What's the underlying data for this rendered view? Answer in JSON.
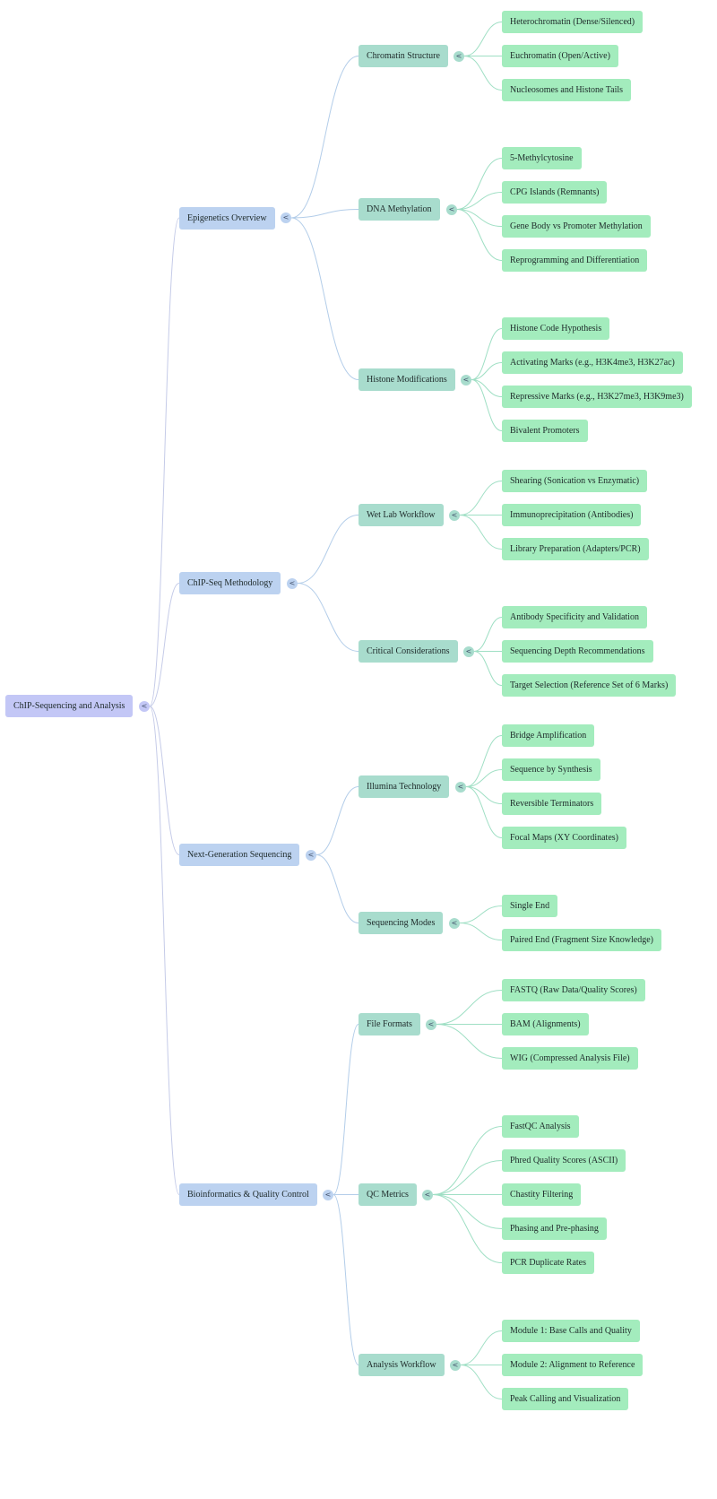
{
  "mindmap": {
    "root": "ChIP-Sequencing and Analysis",
    "toggle_glyph": "<",
    "colors": {
      "root_node": "#c3c7f6",
      "level1_node": "#bcd2f0",
      "level2_node": "#a8dccd",
      "level3_node": "#a3ecbd",
      "link_level1": "#c5cbe8",
      "link_level2": "#b3cde9",
      "link_level3": "#9fdfc4"
    },
    "branches": [
      {
        "label": "Epigenetics Overview",
        "children": [
          {
            "label": "Chromatin Structure",
            "children": [
              "Heterochromatin (Dense/Silenced)",
              "Euchromatin (Open/Active)",
              "Nucleosomes and Histone Tails"
            ]
          },
          {
            "label": "DNA Methylation",
            "children": [
              "5-Methylcytosine",
              "CPG Islands (Remnants)",
              "Gene Body vs Promoter Methylation",
              "Reprogramming and Differentiation"
            ]
          },
          {
            "label": "Histone Modifications",
            "children": [
              "Histone Code Hypothesis",
              "Activating Marks (e.g., H3K4me3, H3K27ac)",
              "Repressive Marks (e.g., H3K27me3, H3K9me3)",
              "Bivalent Promoters"
            ]
          }
        ]
      },
      {
        "label": "ChIP-Seq Methodology",
        "children": [
          {
            "label": "Wet Lab Workflow",
            "children": [
              "Shearing (Sonication vs Enzymatic)",
              "Immunoprecipitation (Antibodies)",
              "Library Preparation (Adapters/PCR)"
            ]
          },
          {
            "label": "Critical Considerations",
            "children": [
              "Antibody Specificity and Validation",
              "Sequencing Depth Recommendations",
              "Target Selection (Reference Set of 6 Marks)"
            ]
          }
        ]
      },
      {
        "label": "Next-Generation Sequencing",
        "children": [
          {
            "label": "Illumina Technology",
            "children": [
              "Bridge Amplification",
              "Sequence by Synthesis",
              "Reversible Terminators",
              "Focal Maps (XY Coordinates)"
            ]
          },
          {
            "label": "Sequencing Modes",
            "children": [
              "Single End",
              "Paired End (Fragment Size Knowledge)"
            ]
          }
        ]
      },
      {
        "label": "Bioinformatics & Quality Control",
        "children": [
          {
            "label": "File Formats",
            "children": [
              "FASTQ (Raw Data/Quality Scores)",
              "BAM (Alignments)",
              "WIG (Compressed Analysis File)"
            ]
          },
          {
            "label": "QC Metrics",
            "children": [
              "FastQC Analysis",
              "Phred Quality Scores (ASCII)",
              "Chastity Filtering",
              "Phasing and Pre-phasing",
              "PCR Duplicate Rates"
            ]
          },
          {
            "label": "Analysis Workflow",
            "children": [
              "Module 1: Base Calls and Quality",
              "Module 2: Alignment to Reference",
              "Peak Calling and Visualization"
            ]
          }
        ]
      }
    ]
  }
}
